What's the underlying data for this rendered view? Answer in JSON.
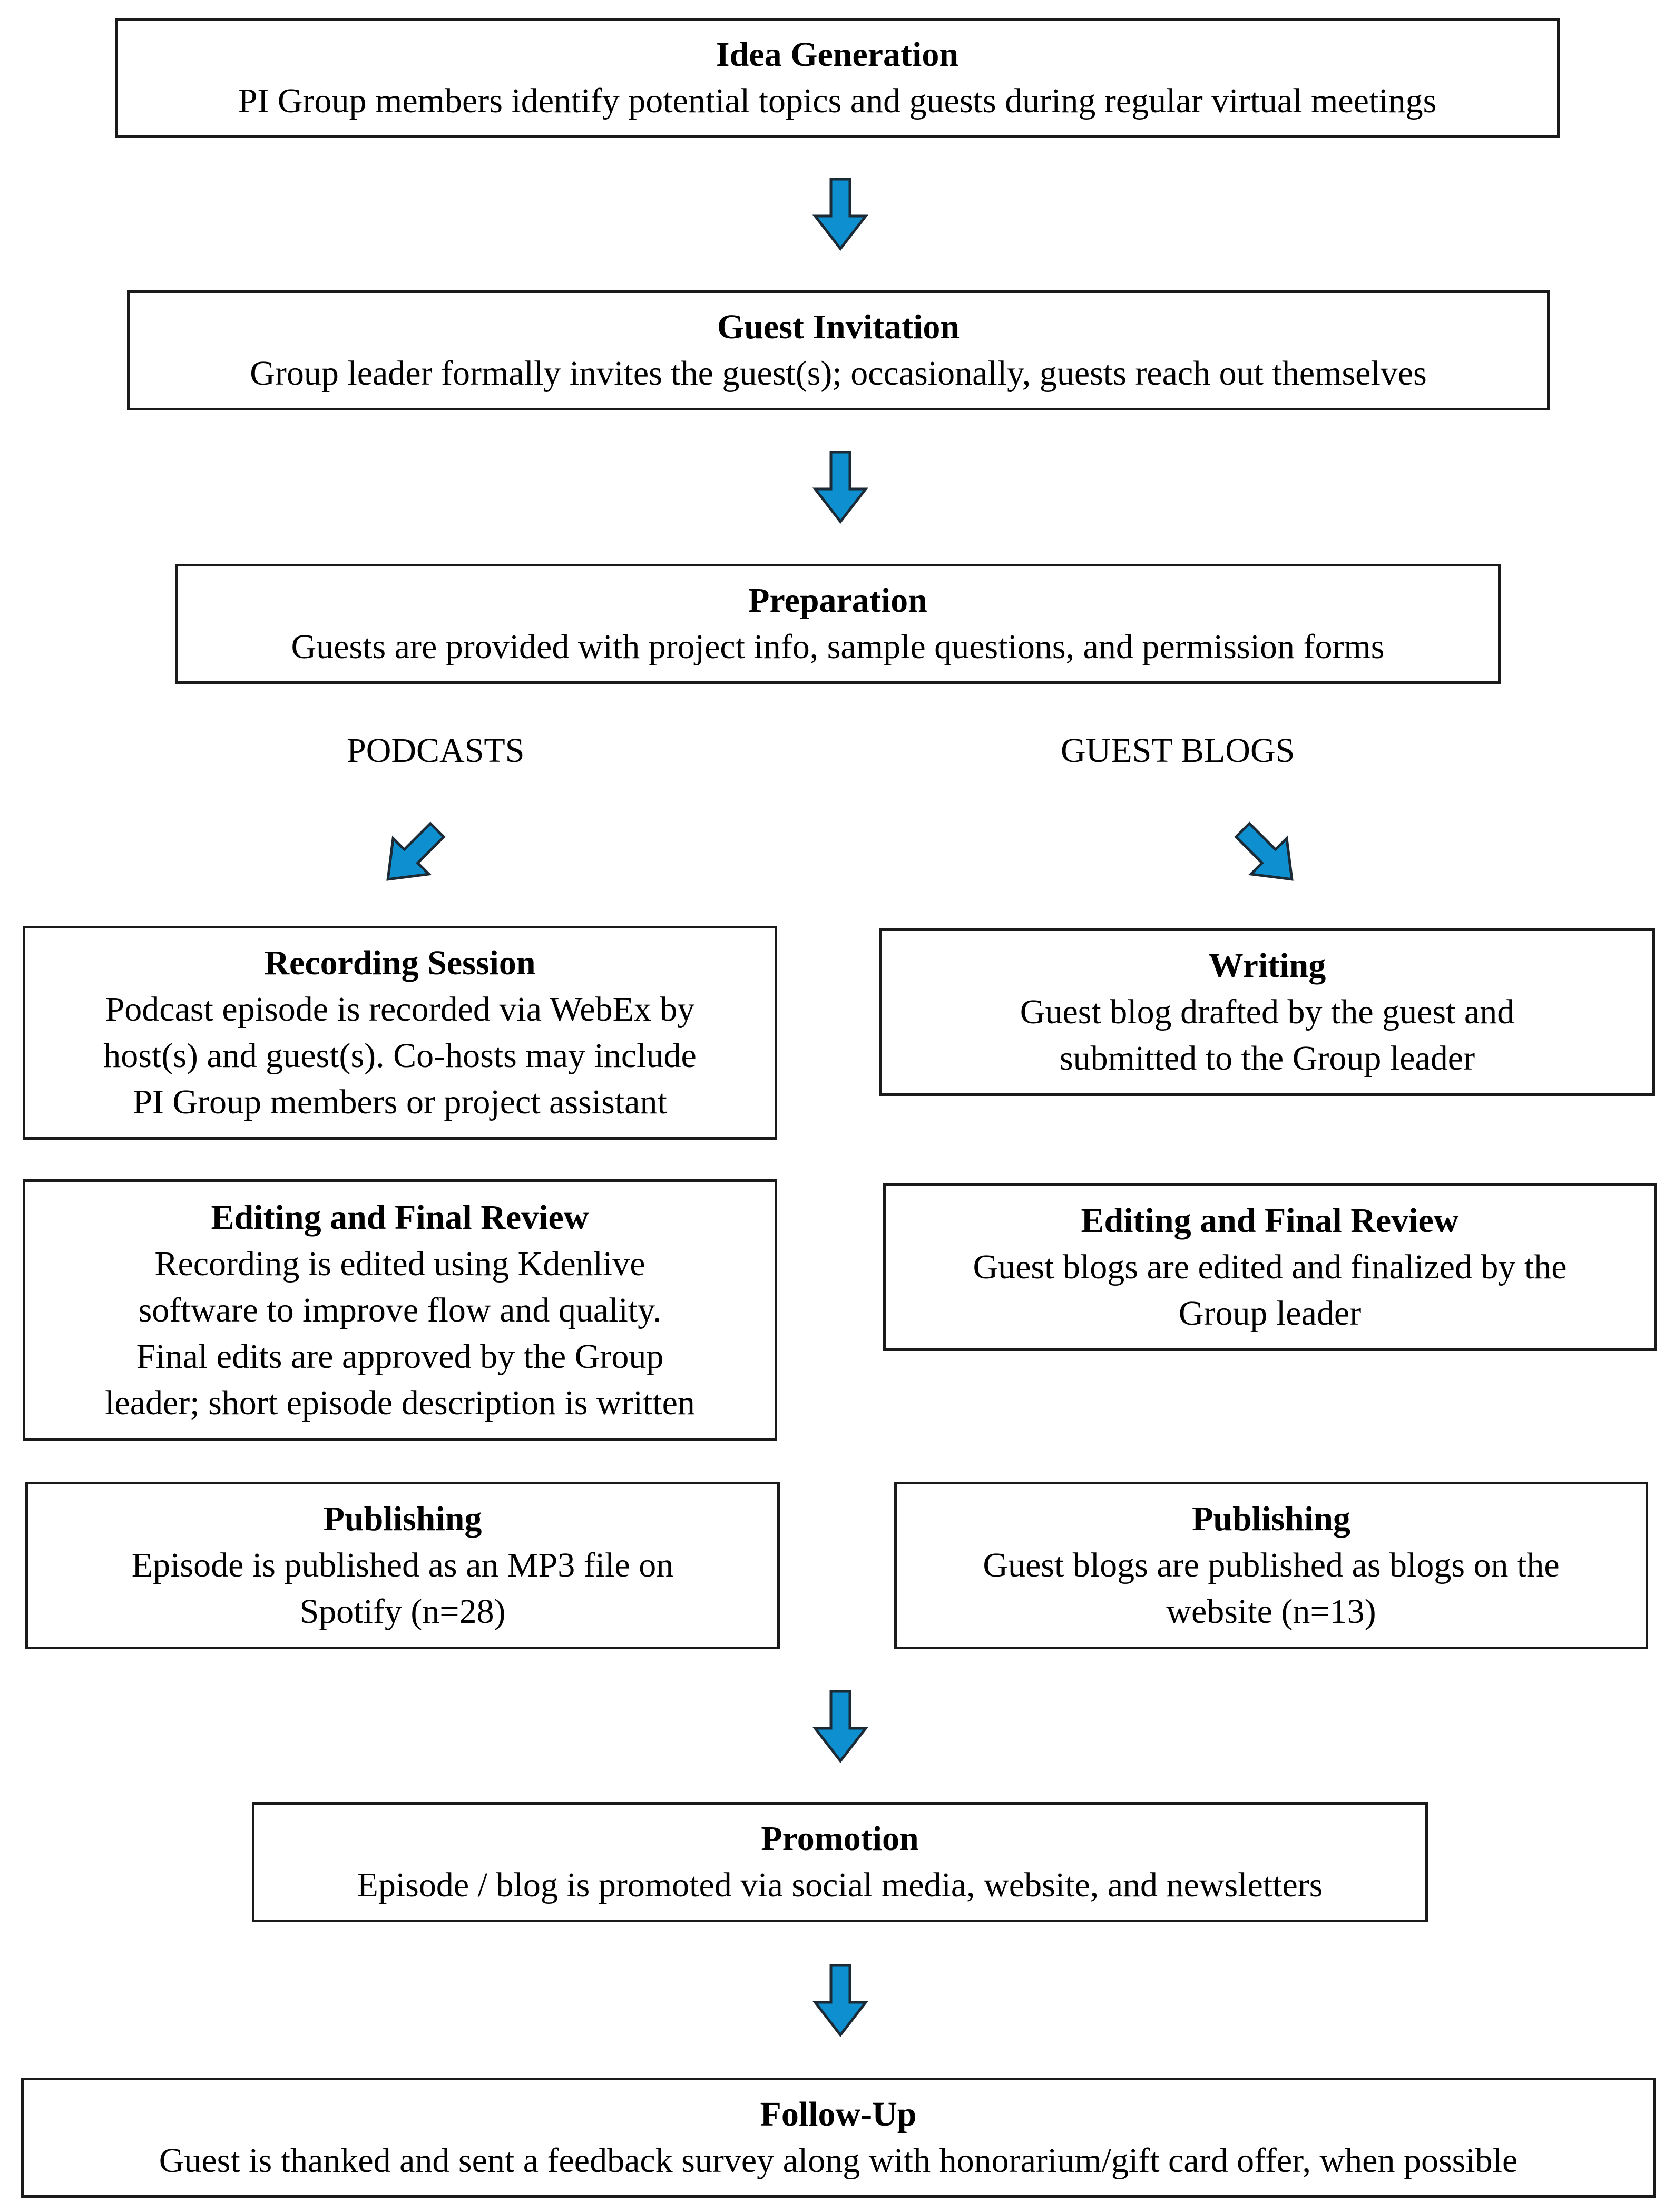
{
  "steps": {
    "idea": {
      "title": "Idea Generation",
      "body": "PI Group members identify potential topics and guests during regular virtual meetings"
    },
    "invitation": {
      "title": "Guest Invitation",
      "body": "Group leader formally invites the guest(s); occasionally, guests reach out themselves"
    },
    "preparation": {
      "title": "Preparation",
      "body": "Guests are provided with project info, sample questions, and permission forms"
    },
    "promotion": {
      "title": "Promotion",
      "body": "Episode / blog is promoted via social media, website, and newsletters"
    },
    "followup": {
      "title": "Follow-Up",
      "body": "Guest is thanked and sent a feedback survey along with honorarium/gift card offer, when possible"
    }
  },
  "branches": {
    "podcasts": {
      "label": "PODCASTS",
      "recording": {
        "title": "Recording Session",
        "lines": [
          "Podcast episode is recorded via WebEx by",
          "host(s) and guest(s). Co-hosts may include",
          "PI Group members or project assistant"
        ]
      },
      "editing": {
        "title": "Editing and Final Review",
        "lines": [
          "Recording is edited using Kdenlive",
          "software to improve flow and quality.",
          "Final edits are approved by the Group",
          "leader; short episode description is written"
        ]
      },
      "publishing": {
        "title": "Publishing",
        "lines": [
          "Episode is published as an MP3 file on",
          "Spotify (n=28)"
        ]
      }
    },
    "blogs": {
      "label": "GUEST BLOGS",
      "writing": {
        "title": "Writing",
        "lines": [
          "Guest blog drafted by the guest and",
          "submitted to the Group leader"
        ]
      },
      "editing": {
        "title": "Editing and Final Review",
        "lines": [
          "Guest blogs are edited and finalized by the",
          "Group leader"
        ]
      },
      "publishing": {
        "title": "Publishing",
        "lines": [
          "Guest blogs are published as blogs on the",
          "website (n=13)"
        ]
      }
    }
  },
  "colors": {
    "arrow_fill": "#0e8fcf",
    "arrow_stroke": "#1c2a36",
    "border": "#1a1a1a"
  }
}
